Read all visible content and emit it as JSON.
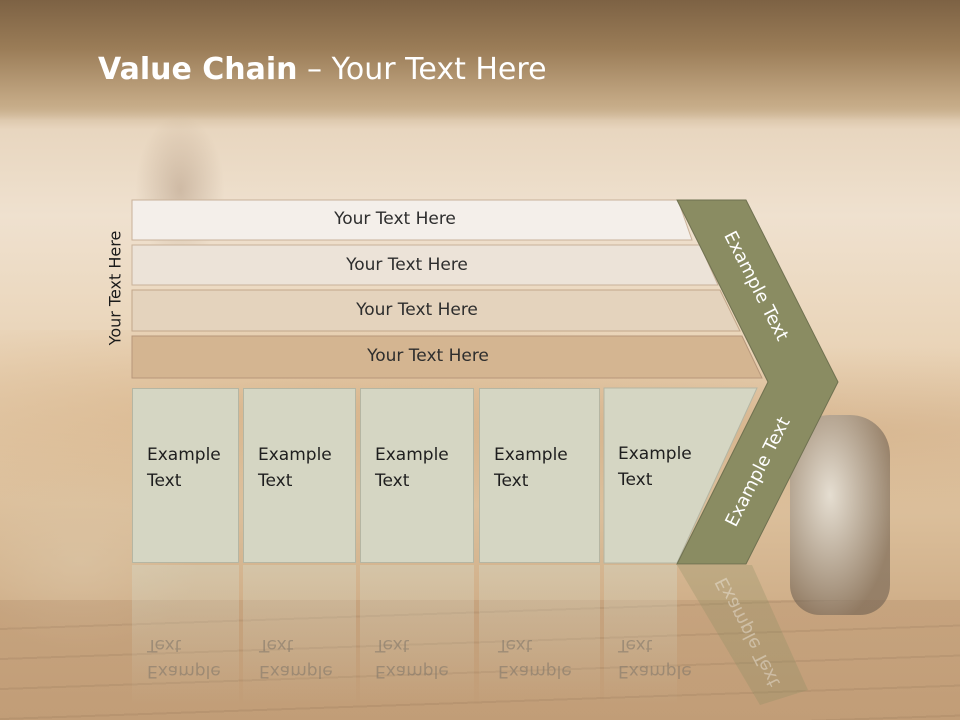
{
  "slide": {
    "title_bold": "Value Chain",
    "title_rest": " – Your Text Here",
    "vertical_label": "Your Text Here",
    "rows": [
      {
        "label": "Your Text Here",
        "fill": "#f4efea"
      },
      {
        "label": "Your Text Here",
        "fill": "#ece3d8"
      },
      {
        "label": "Your Text Here",
        "fill": "#e4d3bd"
      },
      {
        "label": "Your Text Here",
        "fill": "#d4b591"
      }
    ],
    "boxes": [
      {
        "line1": "Example",
        "line2": "Text"
      },
      {
        "line1": "Example",
        "line2": "Text"
      },
      {
        "line1": "Example",
        "line2": "Text"
      },
      {
        "line1": "Example",
        "line2": "Text"
      },
      {
        "line1": "Example",
        "line2": "Text"
      }
    ],
    "chevron_top_text": "Example Text",
    "chevron_bottom_text": "Example Text",
    "colors": {
      "chevron": "#8a8c62",
      "box": "#d5d6c3",
      "title": "#ffffff"
    }
  }
}
